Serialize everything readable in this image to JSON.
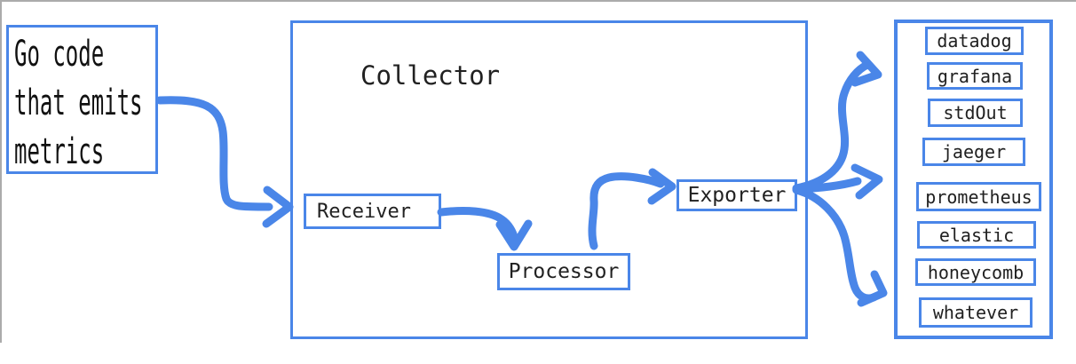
{
  "colors": {
    "accent_blue": "#4a86e8",
    "edge_gray": "#ababab",
    "label_text": "#212121"
  },
  "source_box": {
    "line1": "Go code",
    "line2": "that emits",
    "line3": "metrics"
  },
  "collector": {
    "title": "Collector",
    "receiver": "Receiver",
    "processor": "Processor",
    "exporter": "Exporter"
  },
  "destinations": {
    "items": [
      {
        "label": "datadog"
      },
      {
        "label": "grafana"
      },
      {
        "label": "stdOut"
      },
      {
        "label": "jaeger"
      },
      {
        "label": "prometheus"
      },
      {
        "label": "elastic"
      },
      {
        "label": "honeycomb"
      },
      {
        "label": "whatever"
      }
    ]
  }
}
